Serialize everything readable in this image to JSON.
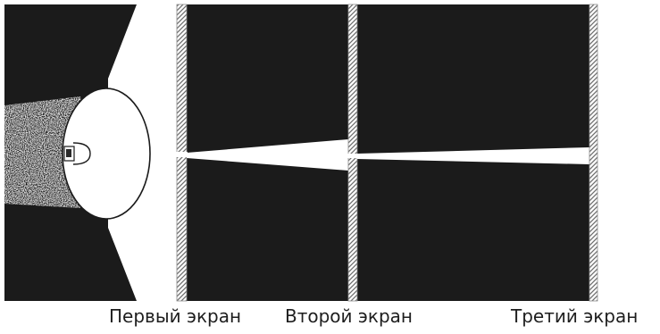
{
  "labels": {
    "first_screen": "Первый экран",
    "second_screen": "Второй экран",
    "third_screen": "Третий экран"
  },
  "colors": {
    "dark_field": "#1b1b1b",
    "light": "#ffffff",
    "hatch": "#8c8c8c"
  }
}
